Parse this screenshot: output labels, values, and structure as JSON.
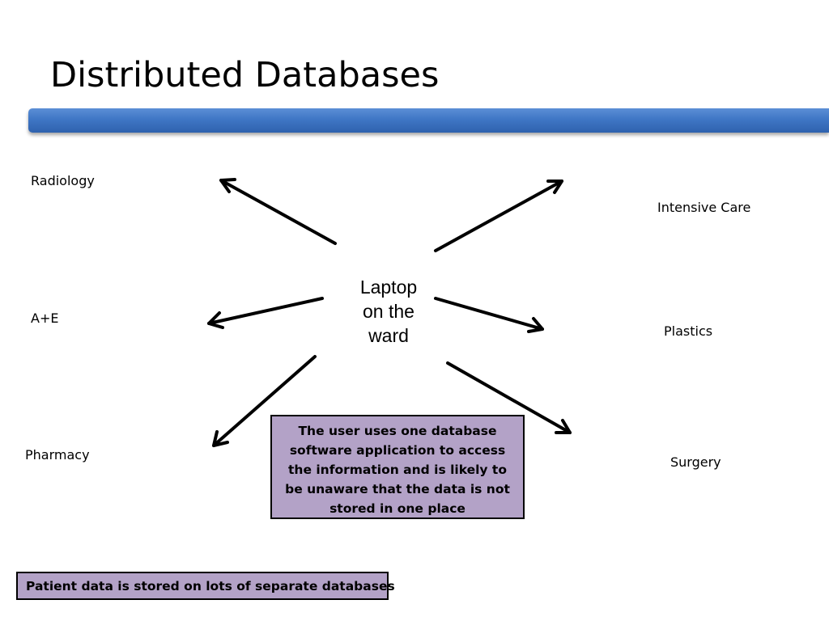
{
  "slide": {
    "title": "Distributed Databases",
    "center_label": [
      "Laptop",
      "on the",
      "ward"
    ],
    "departments": {
      "radiology": "Radiology",
      "intensive_care": "Intensive Care",
      "ae": "A+E",
      "plastics": "Plastics",
      "pharmacy": "Pharmacy",
      "surgery": "Surgery"
    },
    "info_box": "The user uses one database software application to access the information and is likely to be unaware that the data is not stored in one place",
    "footer_box": "Patient data is stored on lots of separate databases"
  },
  "colors": {
    "title_bar": "#3f76c5",
    "box_fill": "#b3a2c7",
    "arrow": "#000000"
  }
}
